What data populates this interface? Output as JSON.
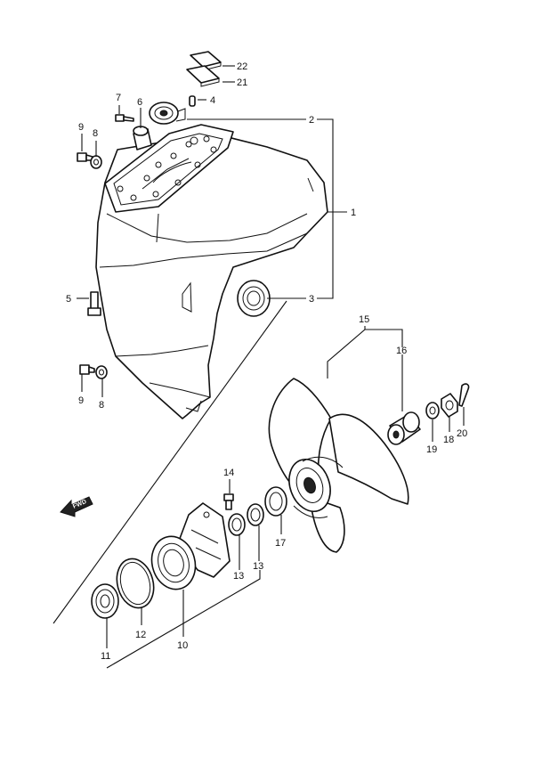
{
  "callouts": {
    "c1": "1",
    "c2": "2",
    "c3": "3",
    "c4": "4",
    "c5": "5",
    "c6": "6",
    "c7": "7",
    "c8a": "8",
    "c8b": "8",
    "c9a": "9",
    "c9b": "9",
    "c10": "10",
    "c11": "11",
    "c12": "12",
    "c13a": "13",
    "c13b": "13",
    "c14": "14",
    "c15": "15",
    "c16": "16",
    "c17": "17",
    "c18": "18",
    "c19": "19",
    "c20": "20",
    "c21": "21",
    "c22": "22"
  },
  "forward_arrow": {
    "label": "FWD"
  },
  "colors": {
    "line": "#111111",
    "background": "#ffffff"
  }
}
